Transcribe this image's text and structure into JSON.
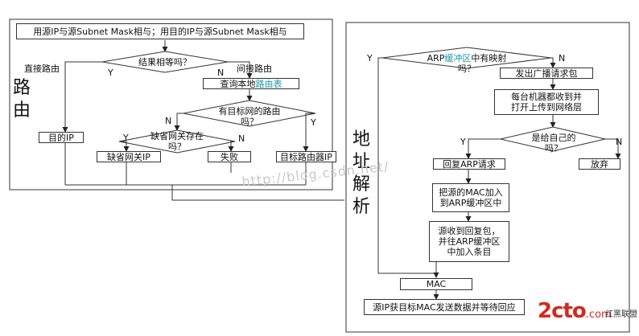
{
  "routing": {
    "side_title": [
      "路",
      "由"
    ],
    "top_box": "用源IP与源Subnet Mask相与；用目的IP与源Subnet Mask相与",
    "decision_equal": "结果相等吗？",
    "label_direct": "直接路由",
    "label_indirect": "间接路由",
    "y": "Y",
    "n": "N",
    "query_box_prefix": "查询本地",
    "query_box_highlight": "路由表",
    "decision_route": [
      "有目标网的路由",
      "吗？"
    ],
    "decision_gateway": [
      "缺省网关存在",
      "吗？"
    ],
    "dest_ip": "目的IP",
    "gateway_ip": "缺省网关IP",
    "fail": "失败",
    "router_ip": "目标路由器IP"
  },
  "arp": {
    "side_title": [
      "地",
      "址",
      "解",
      "析"
    ],
    "decision_cache_prefix": "ARP",
    "decision_cache_highlight": "缓冲区",
    "decision_cache_suffix": "中有映射",
    "decision_cache_line2": "吗？",
    "broadcast": "发出广播请求包",
    "receive": [
      "每台机器都收到并",
      "打开上传到网络层"
    ],
    "decision_self": [
      "是给自己的",
      "吗？"
    ],
    "reply": "回复ARP请求",
    "discard": "放弃",
    "add_mac": [
      "把源的MAC加入",
      "到ARP缓冲区中"
    ],
    "receive_reply": [
      "源收到回复包，",
      "并往ARP缓冲区",
      "中加入条目"
    ],
    "mac": "MAC",
    "final": "源IP获目标MAC发送数据并等待回应"
  },
  "watermark": "http://blog.csdn.net/",
  "logo": {
    "text": "2cto",
    "suffix": ".com",
    "cn": "红黑联盟"
  },
  "colors": {
    "highlight": "#1a9aa6",
    "logo": "#d22a1e"
  }
}
